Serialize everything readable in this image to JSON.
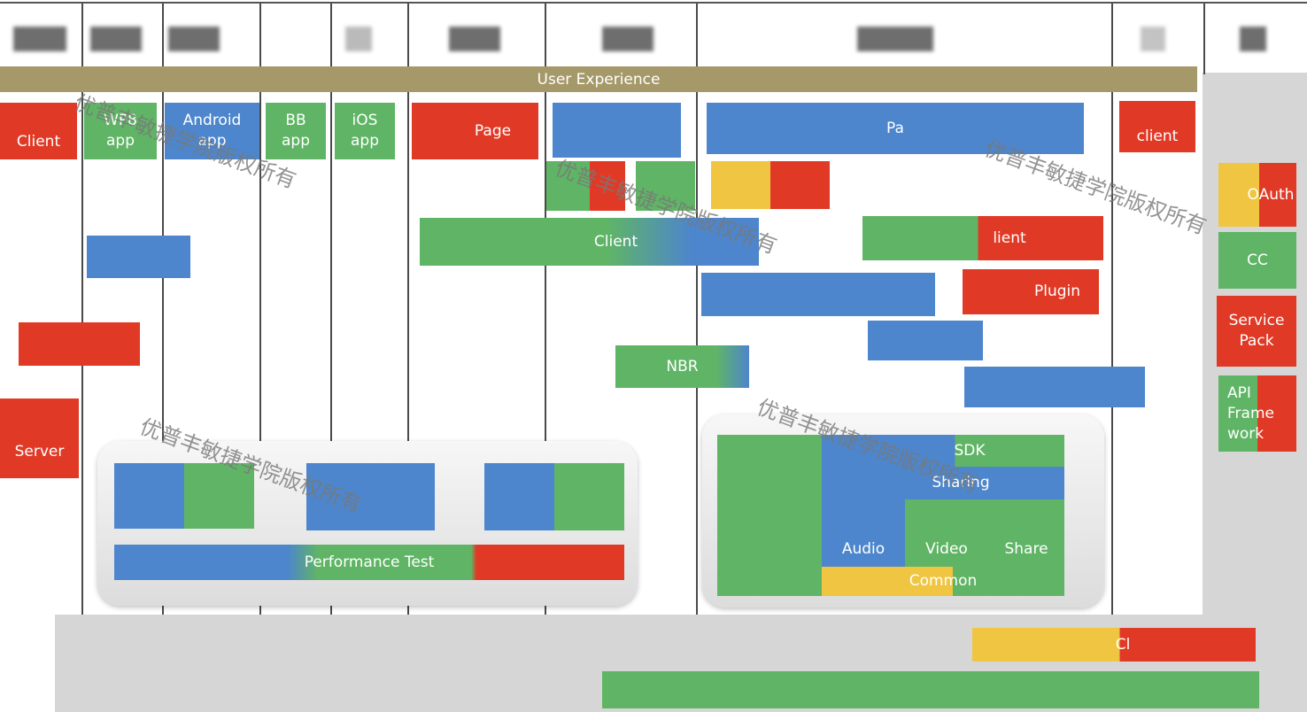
{
  "banner": "User Experience",
  "watermark": "优普丰敏捷学院版权所有",
  "colors": {
    "red": "#e03a26",
    "green": "#5fb565",
    "blue": "#4d86cc",
    "yellow": "#f0c541",
    "banner": "#a5996a"
  },
  "clients": {
    "client_left": "Client",
    "wp8": "WP8\napp",
    "android": "Android\napp",
    "bb": "BB\napp",
    "ios": "iOS\napp",
    "page": "Page",
    "pa": "Pa",
    "client_right": "client"
  },
  "middle": {
    "client_center": "Client",
    "client_right": "lient",
    "plugin": "Plugin",
    "nbr": "NBR",
    "server": "Server"
  },
  "test_panel": {
    "performance_test": "Performance Test"
  },
  "sdk_panel": {
    "sdk": "SDK",
    "sharing": "Sharing",
    "audio": "Audio",
    "video": "Video",
    "share": "Share",
    "common": "Common"
  },
  "right_column": {
    "oauth": "OAuth",
    "cc": "CC",
    "service_pack": "Service\nPack",
    "api_framework": "API\nFrame\nwork"
  },
  "bottom": {
    "cl": "Cl"
  }
}
